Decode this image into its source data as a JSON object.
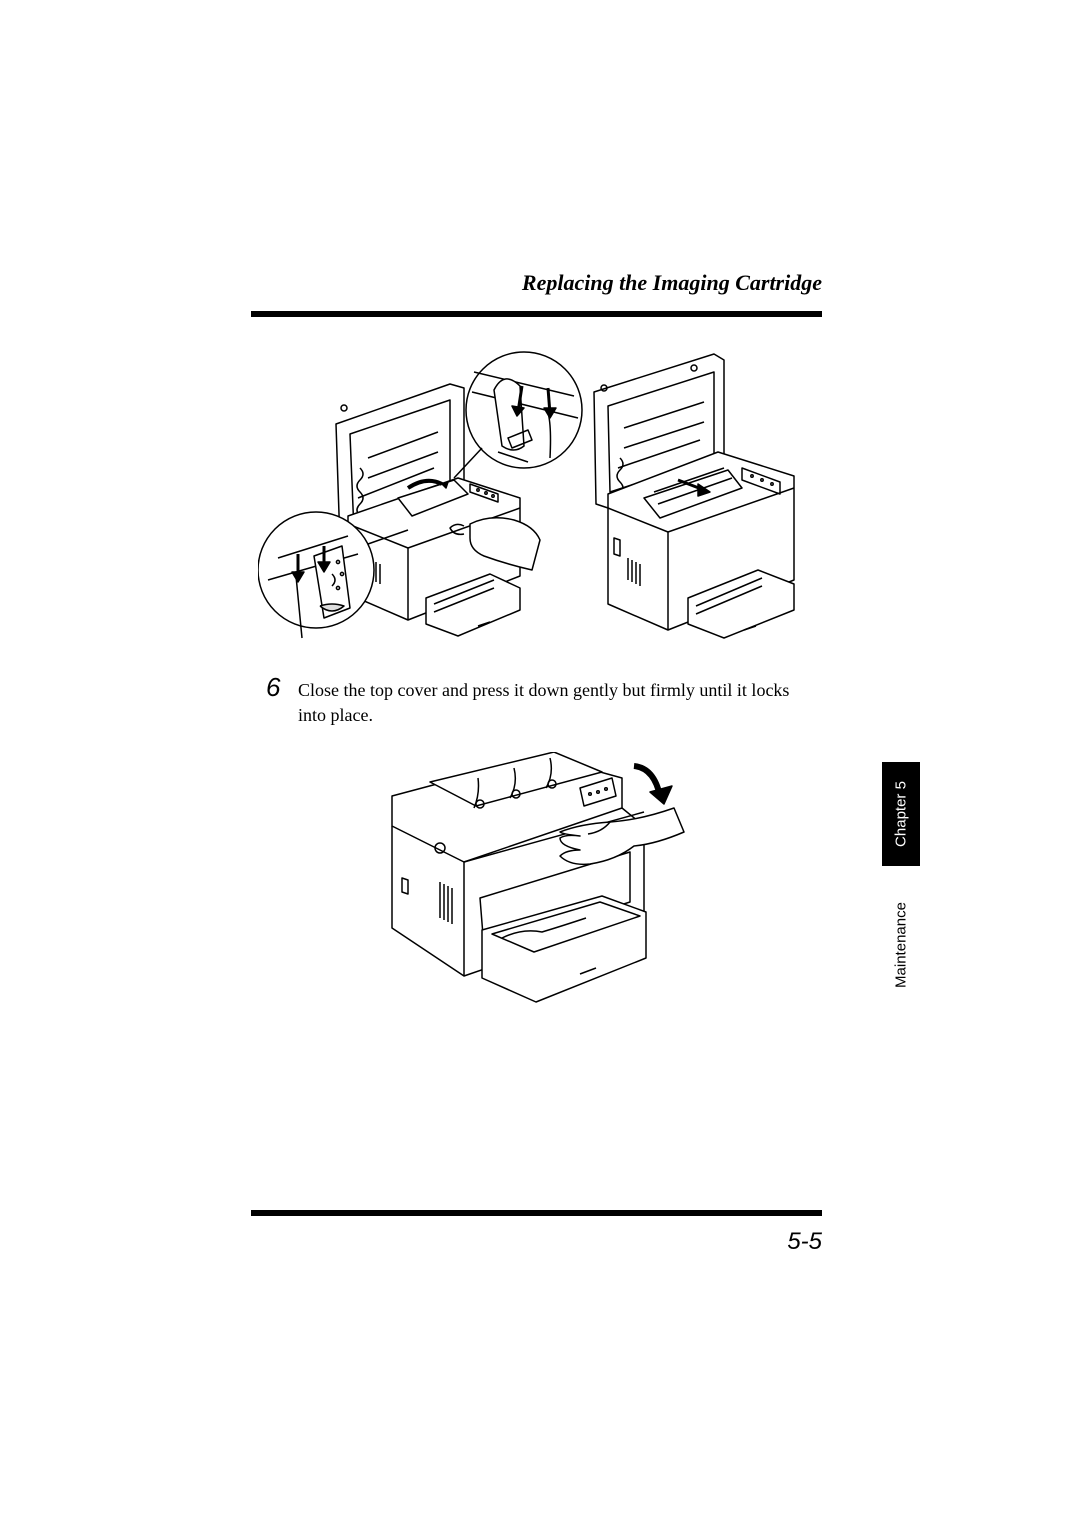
{
  "header": {
    "title": "Replacing the Imaging Cartridge"
  },
  "step": {
    "number": "6",
    "text": "Close the top cover and press it down gently but firmly until it locks into place."
  },
  "side_tab": {
    "chapter": "Chapter 5",
    "section": "Maintenance"
  },
  "footer": {
    "page_number": "5-5"
  },
  "figures": [
    {
      "name": "illustration-install-cartridge",
      "icon": "printer-open-cover-icon"
    },
    {
      "name": "illustration-close-cover",
      "icon": "printer-closed-cover-icon"
    }
  ]
}
